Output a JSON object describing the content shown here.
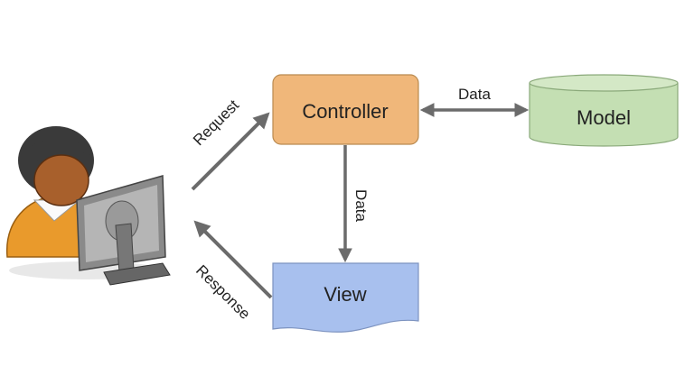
{
  "nodes": {
    "controller": {
      "label": "Controller",
      "color": "#f0b77a"
    },
    "model": {
      "label": "Model",
      "color": "#c4dfb3"
    },
    "view": {
      "label": "View",
      "color": "#a8c0ee"
    }
  },
  "edges": {
    "request": {
      "label": "Request"
    },
    "response": {
      "label": "Response"
    },
    "controller_model": {
      "label": "Data"
    },
    "controller_view": {
      "label": "Data"
    }
  },
  "colors": {
    "arrow": "#6b6b6b",
    "text": "#222222"
  },
  "icons": {
    "user": "user-at-computer-icon"
  }
}
